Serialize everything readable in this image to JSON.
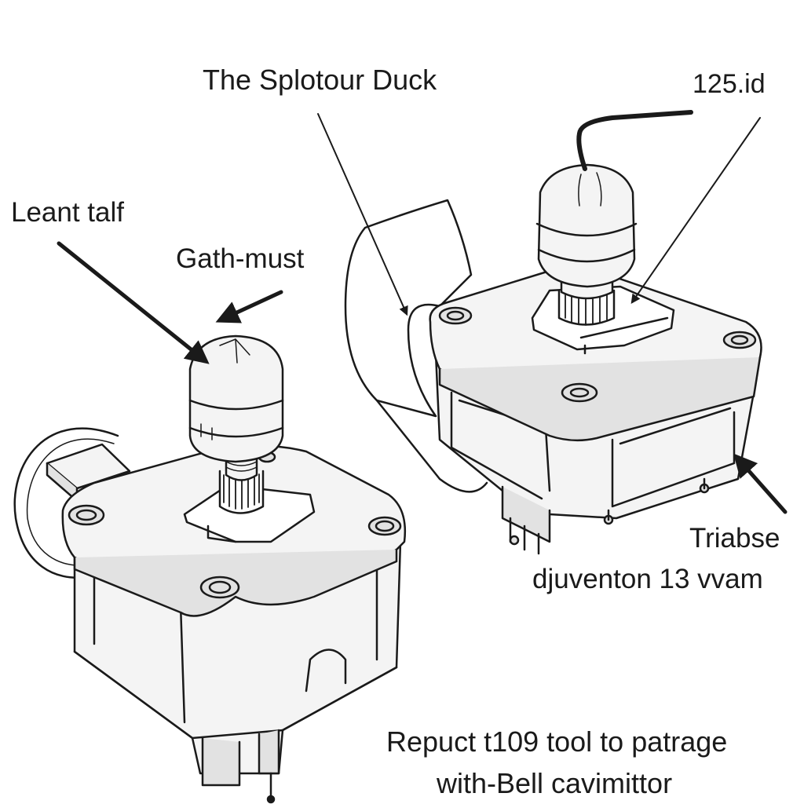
{
  "labels": {
    "top_title": "The Splotour Duck",
    "top_right": "125.id",
    "left_upper": "Leant talf",
    "left_middle": "Gath-must",
    "right_label": "Triabse",
    "right_caption": "djuventon 13 vvam",
    "bottom_line1": "Repuct t109 tool to patrage",
    "bottom_line2": "with-Bell cavimittor"
  },
  "colors": {
    "ink": "#1a1a1a",
    "fill": "#f4f4f4",
    "fill_dark": "#e2e2e2",
    "background": "#ffffff"
  },
  "icons": [
    "arrow-icon"
  ]
}
